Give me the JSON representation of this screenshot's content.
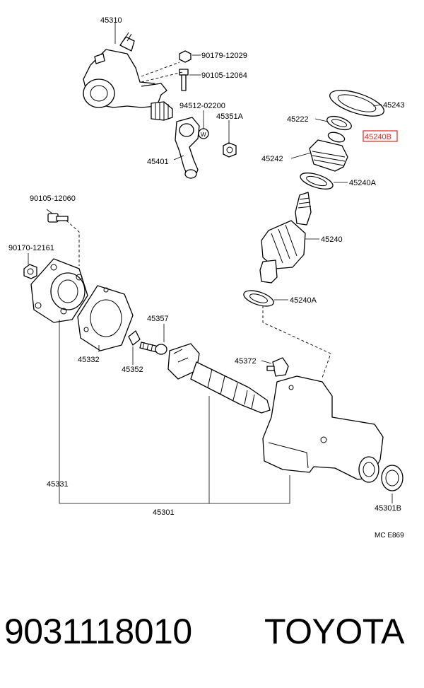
{
  "diagram": {
    "labels": {
      "l45310": "45310",
      "l90179": "90179-12029",
      "l90105a": "90105-12064",
      "l94512": "94512-02200",
      "l45351A": "45351A",
      "lW": "W",
      "l45401": "45401",
      "l45243": "45243",
      "l45222": "45222",
      "l45240B": "45240B",
      "l45242": "45242",
      "l45240A1": "45240A",
      "l45240": "45240",
      "l45240A2": "45240A",
      "l90105b": "90105-12060",
      "l90170": "90170-12161",
      "l45357": "45357",
      "l45332": "45332",
      "l45352": "45352",
      "l45372": "45372",
      "l45331": "45331",
      "l45301": "45301",
      "l45301B": "45301B",
      "code": "MC  E869"
    },
    "highlight_color": "#e0261e"
  },
  "footer": {
    "part_number": "9031118010",
    "brand": "TOYOTA"
  }
}
